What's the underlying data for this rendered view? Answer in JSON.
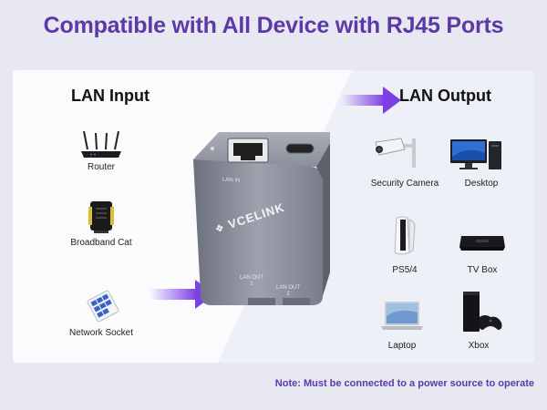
{
  "title": "Compatible with All Device with RJ45 Ports",
  "lan_input": {
    "heading": "LAN Input",
    "devices": [
      {
        "label": "Router",
        "icon": "router-icon"
      },
      {
        "label": "Broadband Cat",
        "icon": "broadband-modem-icon"
      },
      {
        "label": "Network Socket",
        "icon": "network-socket-icon"
      }
    ]
  },
  "lan_output": {
    "heading": "LAN Output",
    "devices": [
      {
        "label": "Security Camera",
        "icon": "security-camera-icon"
      },
      {
        "label": "Desktop",
        "icon": "desktop-icon"
      },
      {
        "label": "PS5/4",
        "icon": "game-console-icon"
      },
      {
        "label": "TV Box",
        "icon": "tv-box-icon"
      },
      {
        "label": "Laptop",
        "icon": "laptop-icon"
      },
      {
        "label": "Xbox",
        "icon": "xbox-icon"
      }
    ]
  },
  "adapter": {
    "brand": "VCELINK",
    "port_labels": [
      "LAN IN",
      "LAN OUT 1",
      "LAN OUT 2"
    ]
  },
  "note": "Note: Must be connected to a power source to operate",
  "colors": {
    "brand_purple": "#5b3aa8",
    "arrow_purple": "#7b3fe4",
    "adapter_gray": "#7e8290"
  }
}
